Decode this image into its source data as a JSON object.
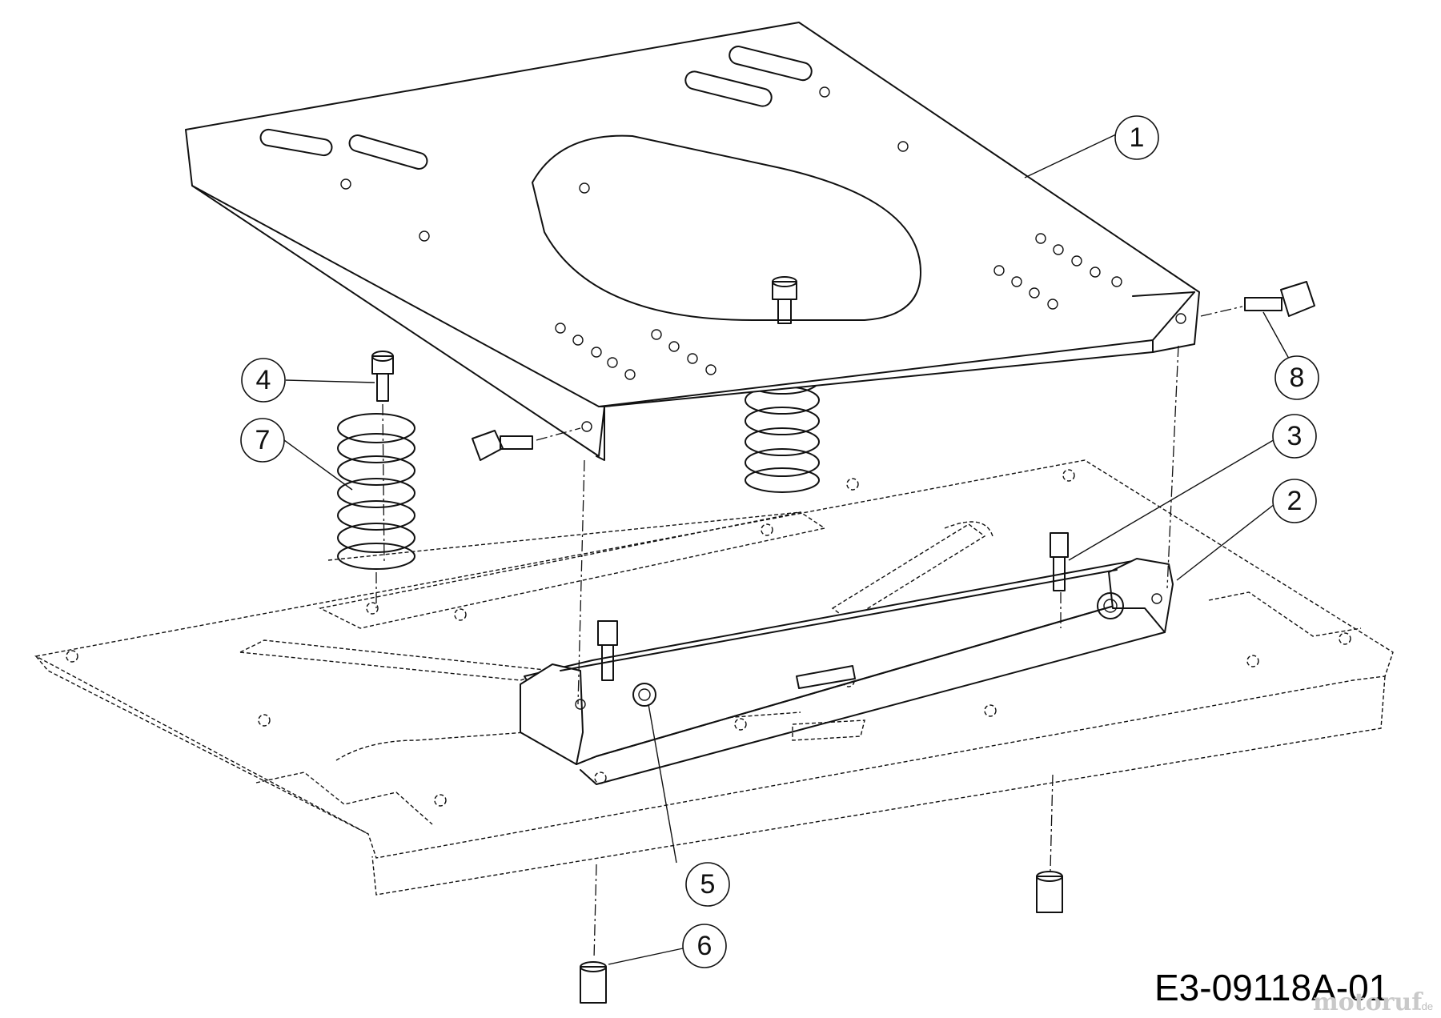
{
  "callouts": [
    {
      "id": "1",
      "label": "1"
    },
    {
      "id": "2",
      "label": "2"
    },
    {
      "id": "3",
      "label": "3"
    },
    {
      "id": "4",
      "label": "4"
    },
    {
      "id": "5",
      "label": "5"
    },
    {
      "id": "6",
      "label": "6"
    },
    {
      "id": "7",
      "label": "7"
    },
    {
      "id": "8",
      "label": "8"
    }
  ],
  "diagram_code": "E3-09118A-01",
  "watermark": {
    "brand": "motoruf",
    "suffix": ".de"
  }
}
